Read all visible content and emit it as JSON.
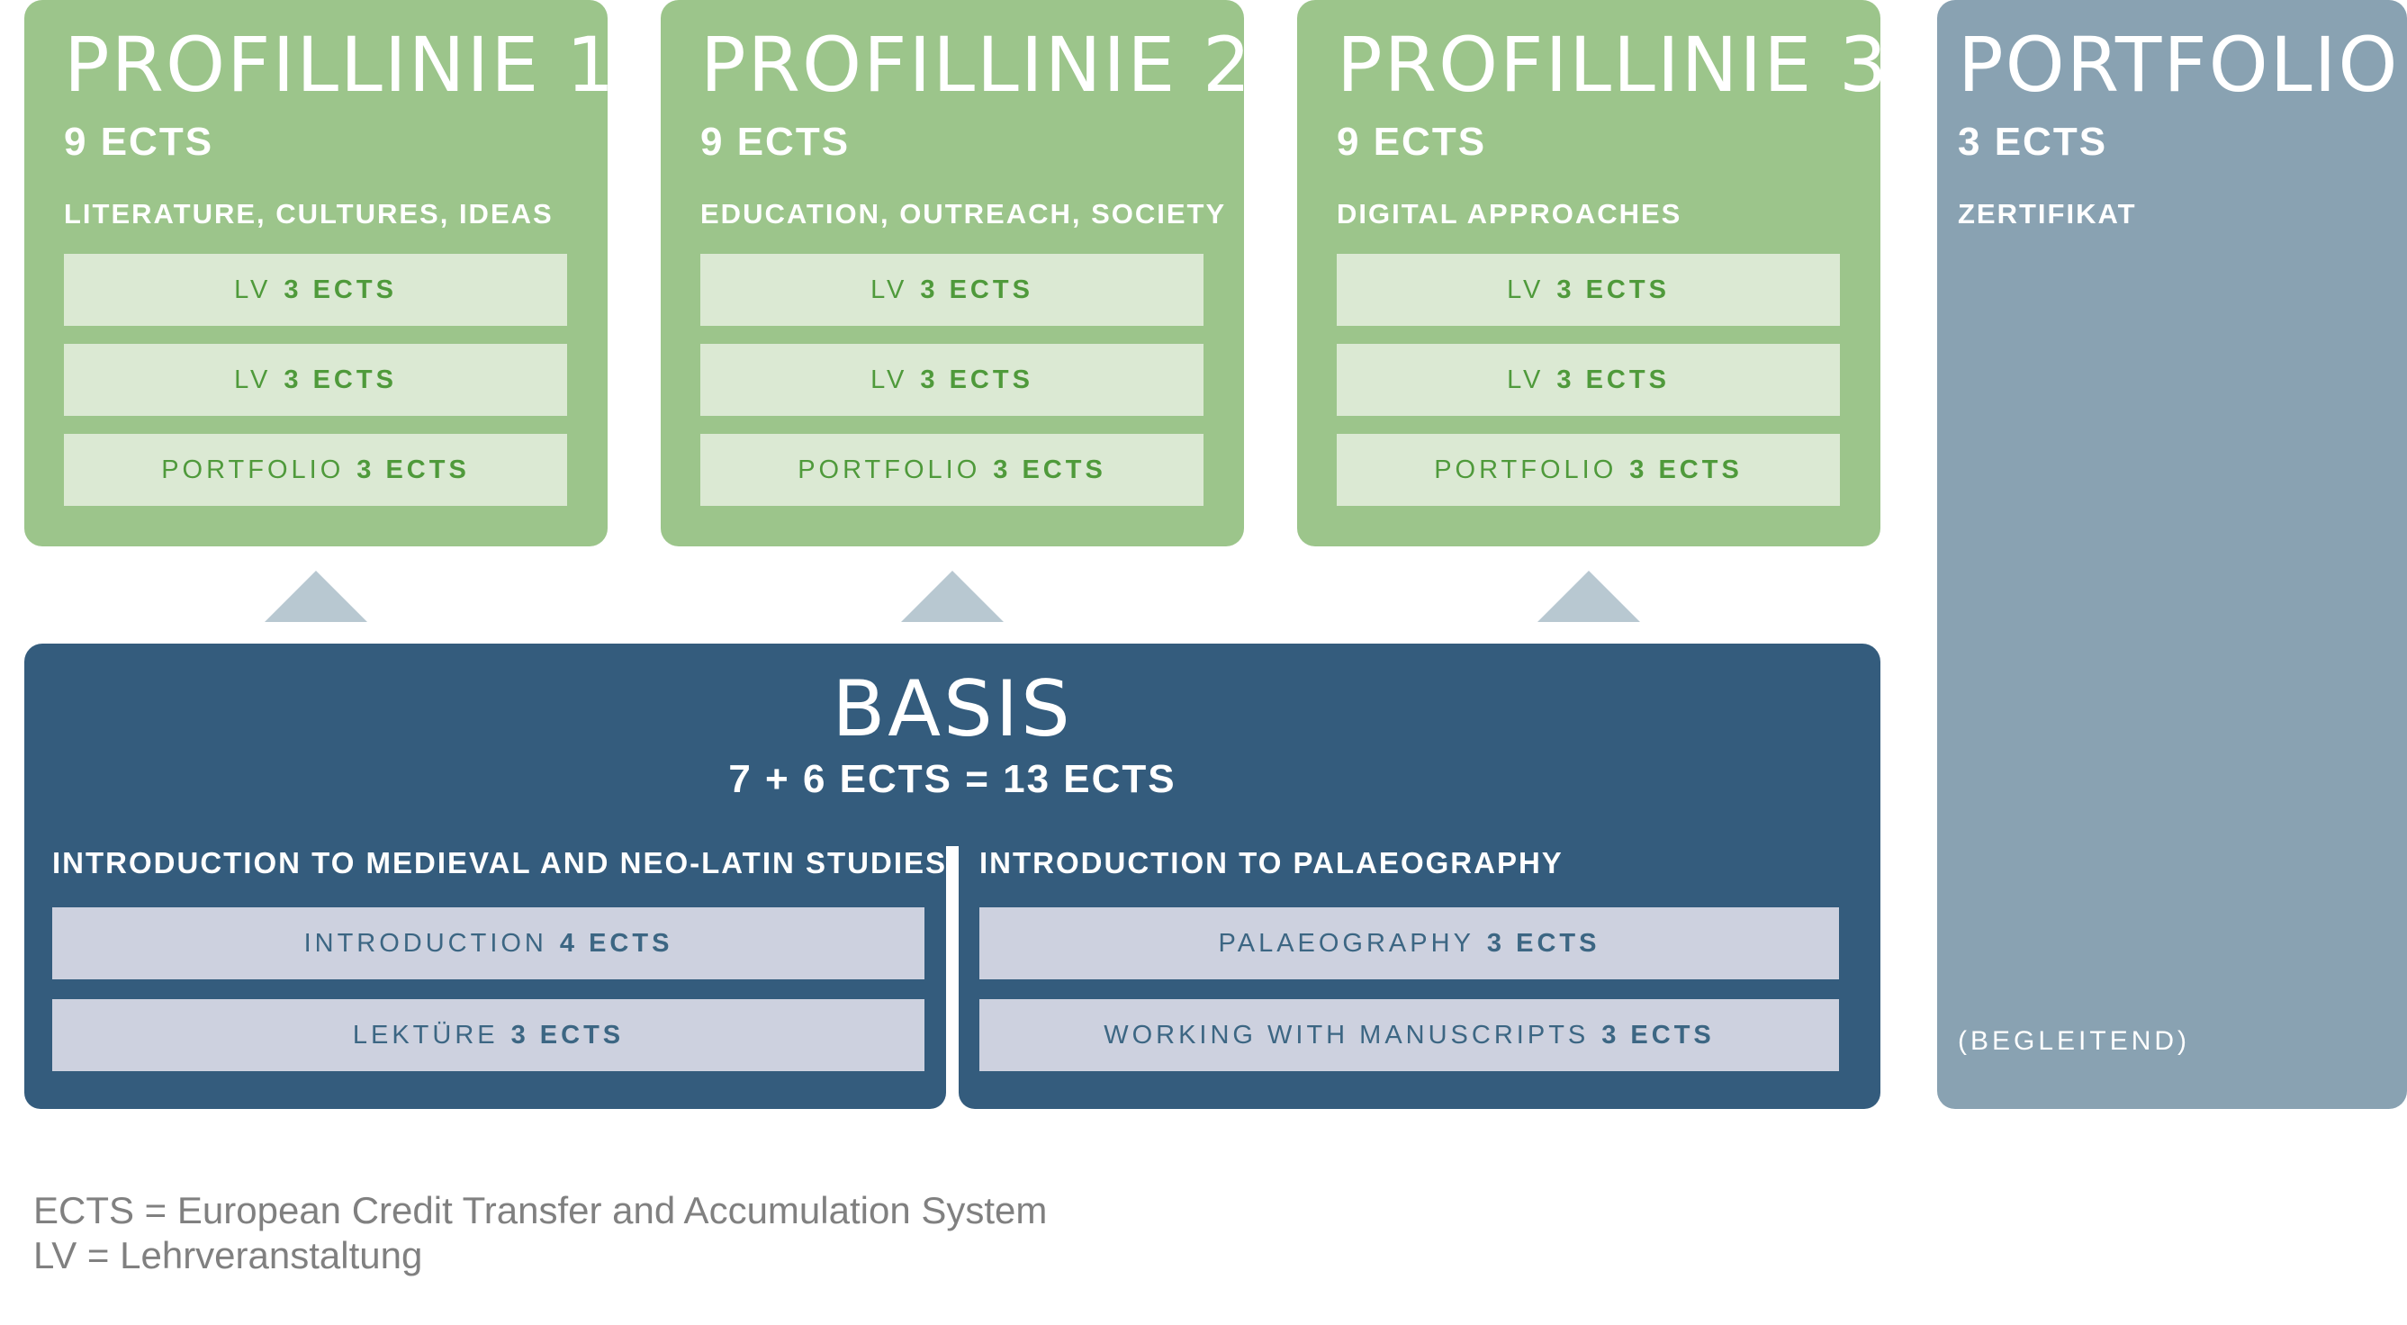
{
  "profiles": [
    {
      "title": "PROFILLINIE 1",
      "ects": "9 ECTS",
      "subtitle": "LITERATURE, CULTURES, IDEAS",
      "rows": [
        {
          "label": "LV",
          "ects": "3 ECTS"
        },
        {
          "label": "LV",
          "ects": "3 ECTS"
        },
        {
          "label": "PORTFOLIO",
          "ects": "3 ECTS"
        }
      ]
    },
    {
      "title": "PROFILLINIE 2",
      "ects": "9 ECTS",
      "subtitle": "EDUCATION, OUTREACH, SOCIETY",
      "rows": [
        {
          "label": "LV",
          "ects": "3 ECTS"
        },
        {
          "label": "LV",
          "ects": "3 ECTS"
        },
        {
          "label": "PORTFOLIO",
          "ects": "3 ECTS"
        }
      ]
    },
    {
      "title": "PROFILLINIE 3",
      "ects": "9 ECTS",
      "subtitle": "DIGITAL APPROACHES",
      "rows": [
        {
          "label": "LV",
          "ects": "3 ECTS"
        },
        {
          "label": "LV",
          "ects": "3 ECTS"
        },
        {
          "label": "PORTFOLIO",
          "ects": "3 ECTS"
        }
      ]
    }
  ],
  "portfolio": {
    "title": "PORTFOLIO",
    "ects": "3 ECTS",
    "subtitle": "ZERTIFIKAT",
    "note": "(BEGLEITEND)"
  },
  "basis": {
    "title": "BASIS",
    "sum": "7 + 6 ECTS = 13 ECTS",
    "left": {
      "heading": "INTRODUCTION TO MEDIEVAL AND NEO-LATIN STUDIES",
      "rows": [
        {
          "label": "INTRODUCTION",
          "ects": "4 ECTS"
        },
        {
          "label": "LEKTÜRE",
          "ects": "3 ECTS"
        }
      ]
    },
    "right": {
      "heading": "INTRODUCTION TO PALAEOGRAPHY",
      "rows": [
        {
          "label": "PALAEOGRAPHY",
          "ects": "3 ECTS"
        },
        {
          "label": "WORKING WITH MANUSCRIPTS",
          "ects": "3 ECTS"
        }
      ]
    }
  },
  "footnotes": [
    "ECTS = European Credit Transfer and Accumulation System",
    "LV = Lehrveranstaltung"
  ],
  "colors": {
    "profile_green": "#9cc58b",
    "row_green": "#dbe9d3",
    "basis_blue": "#345c7d",
    "row_lavender": "#cdd1df",
    "portfolio_gray": "#89a2b2",
    "arrow": "#b8c8d1"
  }
}
